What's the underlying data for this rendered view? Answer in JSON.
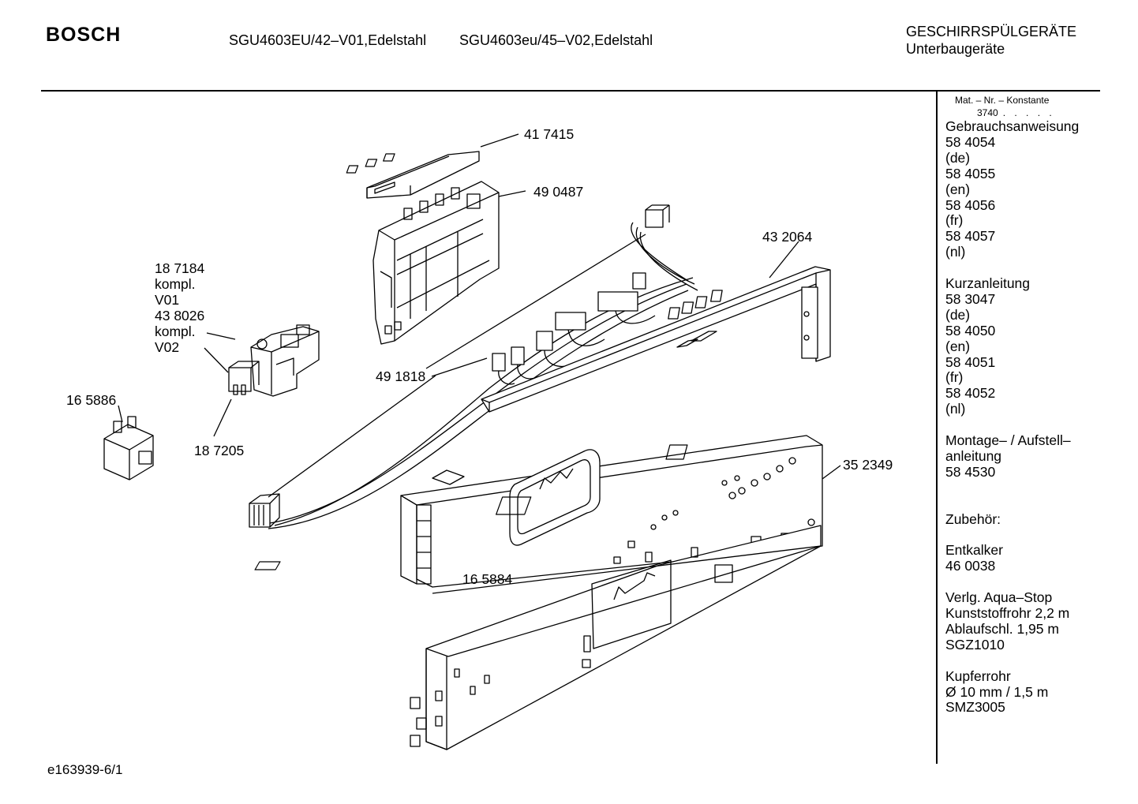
{
  "header": {
    "brand": "BOSCH",
    "model_1": "SGU4603EU/42–V01,Edelstahl",
    "model_2": "SGU4603eu/45–V02,Edelstahl",
    "category": "GESCHIRRSPÜLGERÄTE",
    "subcategory": "Unterbaugeräte"
  },
  "sidebar": {
    "mat_label": "Mat. – Nr. – Konstante",
    "mat_value": "3740",
    "mat_dots": ". . . . .",
    "lines": [
      "Gebrauchsanweisung",
      "58 4054",
      "(de)",
      "58 4055",
      "(en)",
      "58 4056",
      "(fr)",
      "58 4057",
      "(nl)",
      "",
      "Kurzanleitung",
      "58 3047",
      "(de)",
      "58 4050",
      "(en)",
      "58 4051",
      "(fr)",
      "58 4052",
      "(nl)",
      "",
      "Montage– / Aufstell–",
      "anleitung",
      "58 4530",
      "",
      "",
      "Zubehör:",
      "",
      "Entkalker",
      "46 0038",
      "",
      "Verlg. Aqua–Stop",
      "Kunststoffrohr 2,2 m",
      "Ablaufschl. 1,95 m",
      "SGZ1010",
      "",
      "Kupferrohr",
      "Ø 10 mm / 1,5 m",
      "SMZ3005"
    ]
  },
  "parts": {
    "p417415": "41 7415",
    "p490487": "49 0487",
    "p432064": "43 2064",
    "p187184": [
      "18 7184",
      "kompl.",
      "V01",
      "43 8026",
      "kompl.",
      "V02"
    ],
    "p491818": "49 1818",
    "p165886": "16 5886",
    "p187205": "18 7205",
    "p352349": "35 2349",
    "p165884": "16 5884"
  },
  "footer": {
    "code": "e163939-6/1"
  }
}
